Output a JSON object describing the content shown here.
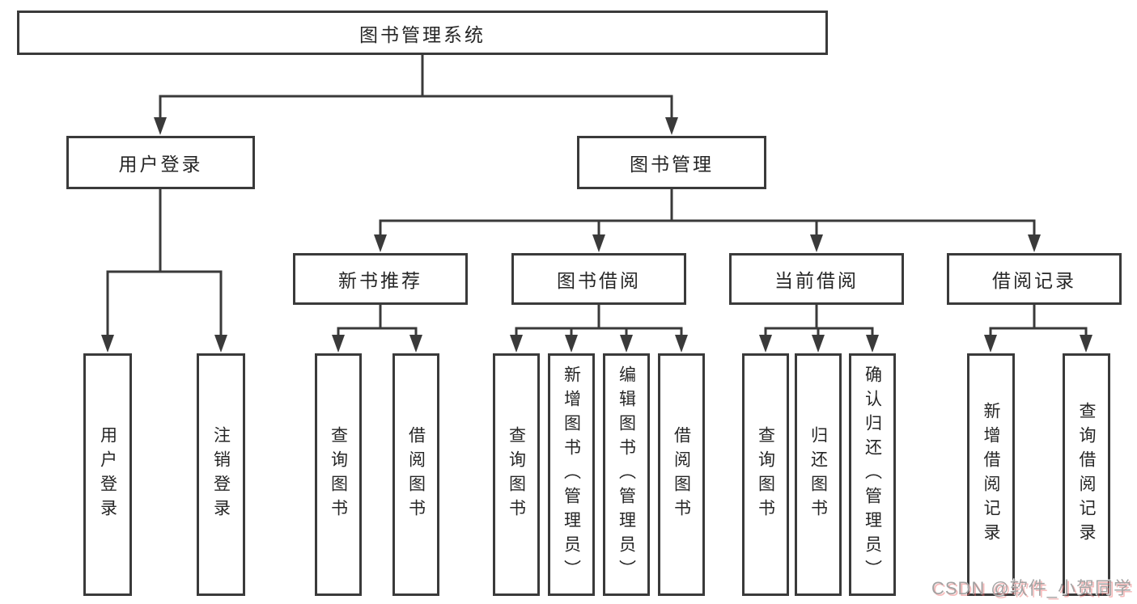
{
  "diagram_type": "functional-structure-tree",
  "colors": {
    "line": "#3a3a3a",
    "box_border": "#3a3a3a",
    "box_fill": "#ffffff",
    "text": "#262626",
    "watermark_gray": "#9e9e9e",
    "watermark_red": "#ec6a6a"
  },
  "tree": {
    "label": "图书管理系统",
    "children": [
      {
        "label": "用户登录",
        "children": [
          {
            "label": "用户登录"
          },
          {
            "label": "注销登录"
          }
        ]
      },
      {
        "label": "图书管理",
        "children": [
          {
            "label": "新书推荐",
            "children": [
              {
                "label": "查询图书"
              },
              {
                "label": "借阅图书"
              }
            ]
          },
          {
            "label": "图书借阅",
            "children": [
              {
                "label": "查询图书"
              },
              {
                "label": "新增图书（管理员）"
              },
              {
                "label": "编辑图书（管理员）"
              },
              {
                "label": "借阅图书"
              }
            ]
          },
          {
            "label": "当前借阅",
            "children": [
              {
                "label": "查询图书"
              },
              {
                "label": "归还图书"
              },
              {
                "label": "确认归还（管理员）"
              }
            ]
          },
          {
            "label": "借阅记录",
            "children": [
              {
                "label": "新增借阅记录"
              },
              {
                "label": "查询借阅记录"
              }
            ]
          }
        ]
      }
    ]
  },
  "watermark": {
    "text": "CSDN @软件_小贺同学"
  }
}
